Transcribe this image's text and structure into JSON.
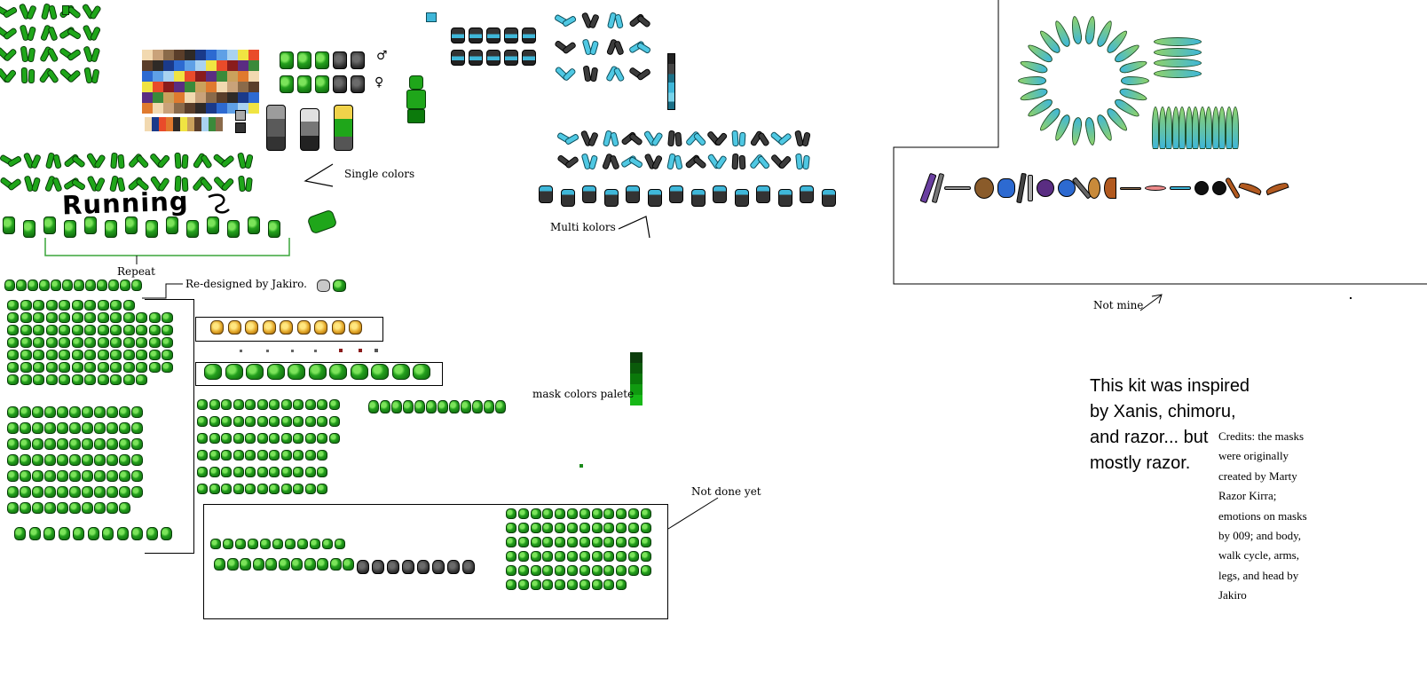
{
  "labels": {
    "single_colors": "Single colors",
    "running": "Running",
    "repeat": "Repeat",
    "redesigned": "Re-designed by Jakiro.",
    "mask_palette": "mask  colors palete",
    "multi_kolors": "Multi kolors",
    "not_mine": "Not mine",
    "not_done_yet": "Not done yet",
    "gender_male": "♂",
    "gender_female": "♀"
  },
  "inspiration_text": [
    "This kit was inspired",
    "by Xanis, chimoru,",
    "and razor... but",
    "mostly razor."
  ],
  "credits_text": [
    "Credits: the masks",
    "were originally",
    "created by Marty",
    "Razor Kirra;",
    "emotions on masks",
    "by 009; and body,",
    "walk cycle, arms,",
    "legs, and head by",
    "Jakiro"
  ],
  "colors": {
    "green_main": "#1fa61a",
    "green_dark": "#0c5f0c",
    "outline": "#073d07",
    "cyan_accent": "#3fb7d9",
    "gold": "#e0a224",
    "mask_palette": [
      "#0c3d0c",
      "#0a5a0a",
      "#0a780a",
      "#109a10",
      "#17b817"
    ],
    "skin_palette": [
      "#f2d9b0",
      "#c9a27a",
      "#8a6a4a",
      "#5a3e2a",
      "#2f2a26",
      "#1a3a8a",
      "#2d6ad1",
      "#5fa0e6",
      "#a9d2f0",
      "#f0e442",
      "#e94b2a",
      "#8a1c1c",
      "#5a2d82",
      "#3a8a3a",
      "#caa15c",
      "#e07a2e"
    ],
    "single_tone": [
      "#ffffff",
      "#aaaaaa",
      "#333333"
    ]
  },
  "icons": {
    "arrow_single": "arrow-left-icon",
    "arrow_multi": "arrow-up-right-icon",
    "arrow_notmine": "arrow-up-right-icon",
    "ninja_stars": "leaf-blade-icon",
    "weapons": "weapon-icon"
  }
}
